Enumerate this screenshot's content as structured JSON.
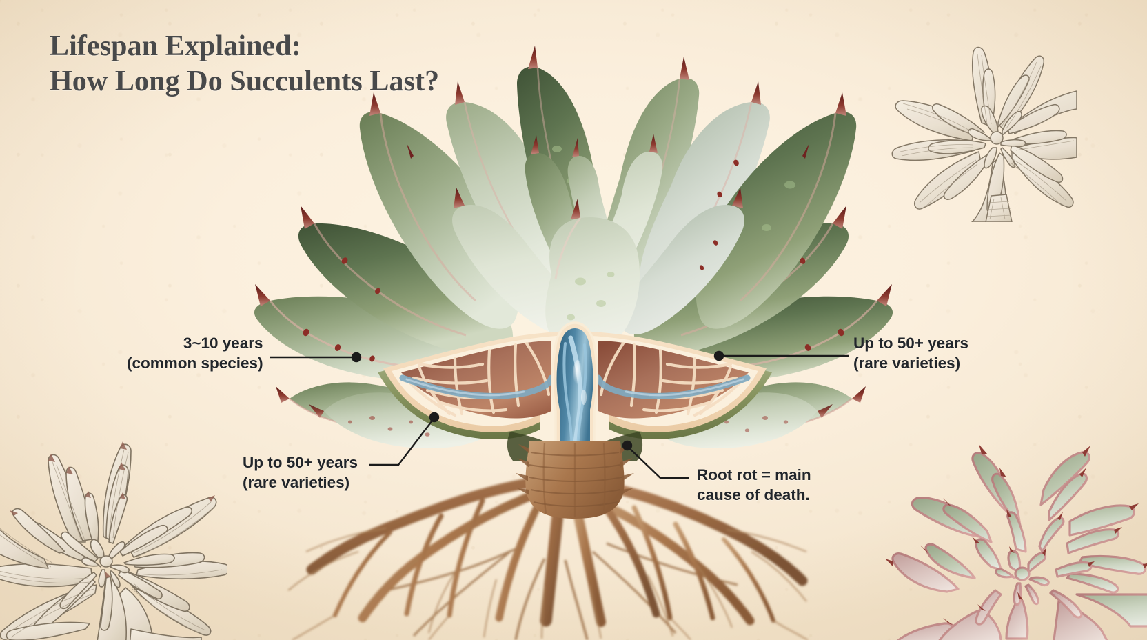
{
  "page": {
    "title_line1": "Lifespan Explained:",
    "title_line2": "How Long Do Succulents Last?",
    "background_color": "#f9efdc",
    "title_color": "#48494a",
    "text_color": "#22262b",
    "leader_line_color": "#1b1b1b"
  },
  "callouts": {
    "common_species": {
      "line1": "3~10 years",
      "line2": "(common species)"
    },
    "rare_right": {
      "line1": "Up to 50+ years",
      "line2": "(rare varieties)"
    },
    "rare_lower_left": {
      "line1": "Up to 50+ years",
      "line2": "(rare varieties)"
    },
    "root_rot": {
      "line1": "Root rot = main",
      "line2": "cause of death."
    }
  },
  "illustration": {
    "subject": "echeveria-succulent-cross-section",
    "leaf_color_outer": "#6f7f58",
    "leaf_color_inner": "#cfd9c2",
    "leaf_tip_color": "#6e2020",
    "leaf_edge_color": "#c98a86",
    "stem_tissue_color": "#a8705a",
    "vascular_color": "#4a7d99",
    "root_color": "#9c6a41",
    "cream_border_color": "#f6dcc0"
  },
  "decorations": {
    "top_right": "sketch-succulent-rosette",
    "bottom_left": "sketch-succulent-rosette",
    "bottom_right": "painted-succulent-rosette"
  }
}
